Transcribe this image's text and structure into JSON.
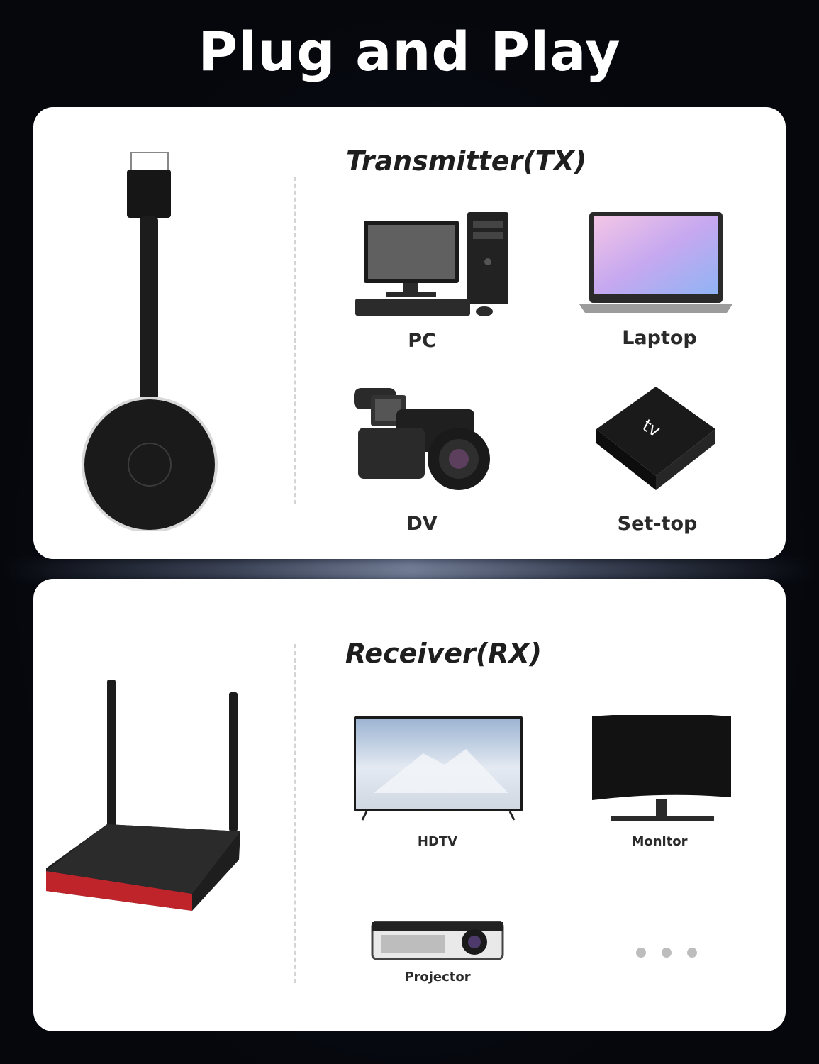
{
  "page": {
    "title": "Plug and Play"
  },
  "transmitter": {
    "title": "Transmitter(TX)",
    "devices": [
      {
        "label": "PC",
        "icon": "desktop-pc-icon"
      },
      {
        "label": "Laptop",
        "icon": "laptop-icon"
      },
      {
        "label": "DV",
        "icon": "camcorder-icon"
      },
      {
        "label": "Set-top",
        "icon": "set-top-box-icon"
      }
    ],
    "product_icon": "hdmi-transmitter-dongle-icon"
  },
  "receiver": {
    "title": "Receiver(RX)",
    "devices": [
      {
        "label": "HDTV",
        "icon": "tv-icon"
      },
      {
        "label": "Monitor",
        "icon": "monitor-icon"
      },
      {
        "label": "Projector",
        "icon": "projector-icon"
      }
    ],
    "more_icon": "more-dots-icon",
    "product_icon": "receiver-box-icon"
  },
  "colors": {
    "background": "#05070c",
    "card": "#ffffff",
    "text": "#1e1e1e",
    "receiver_accent": "#c0242b"
  }
}
